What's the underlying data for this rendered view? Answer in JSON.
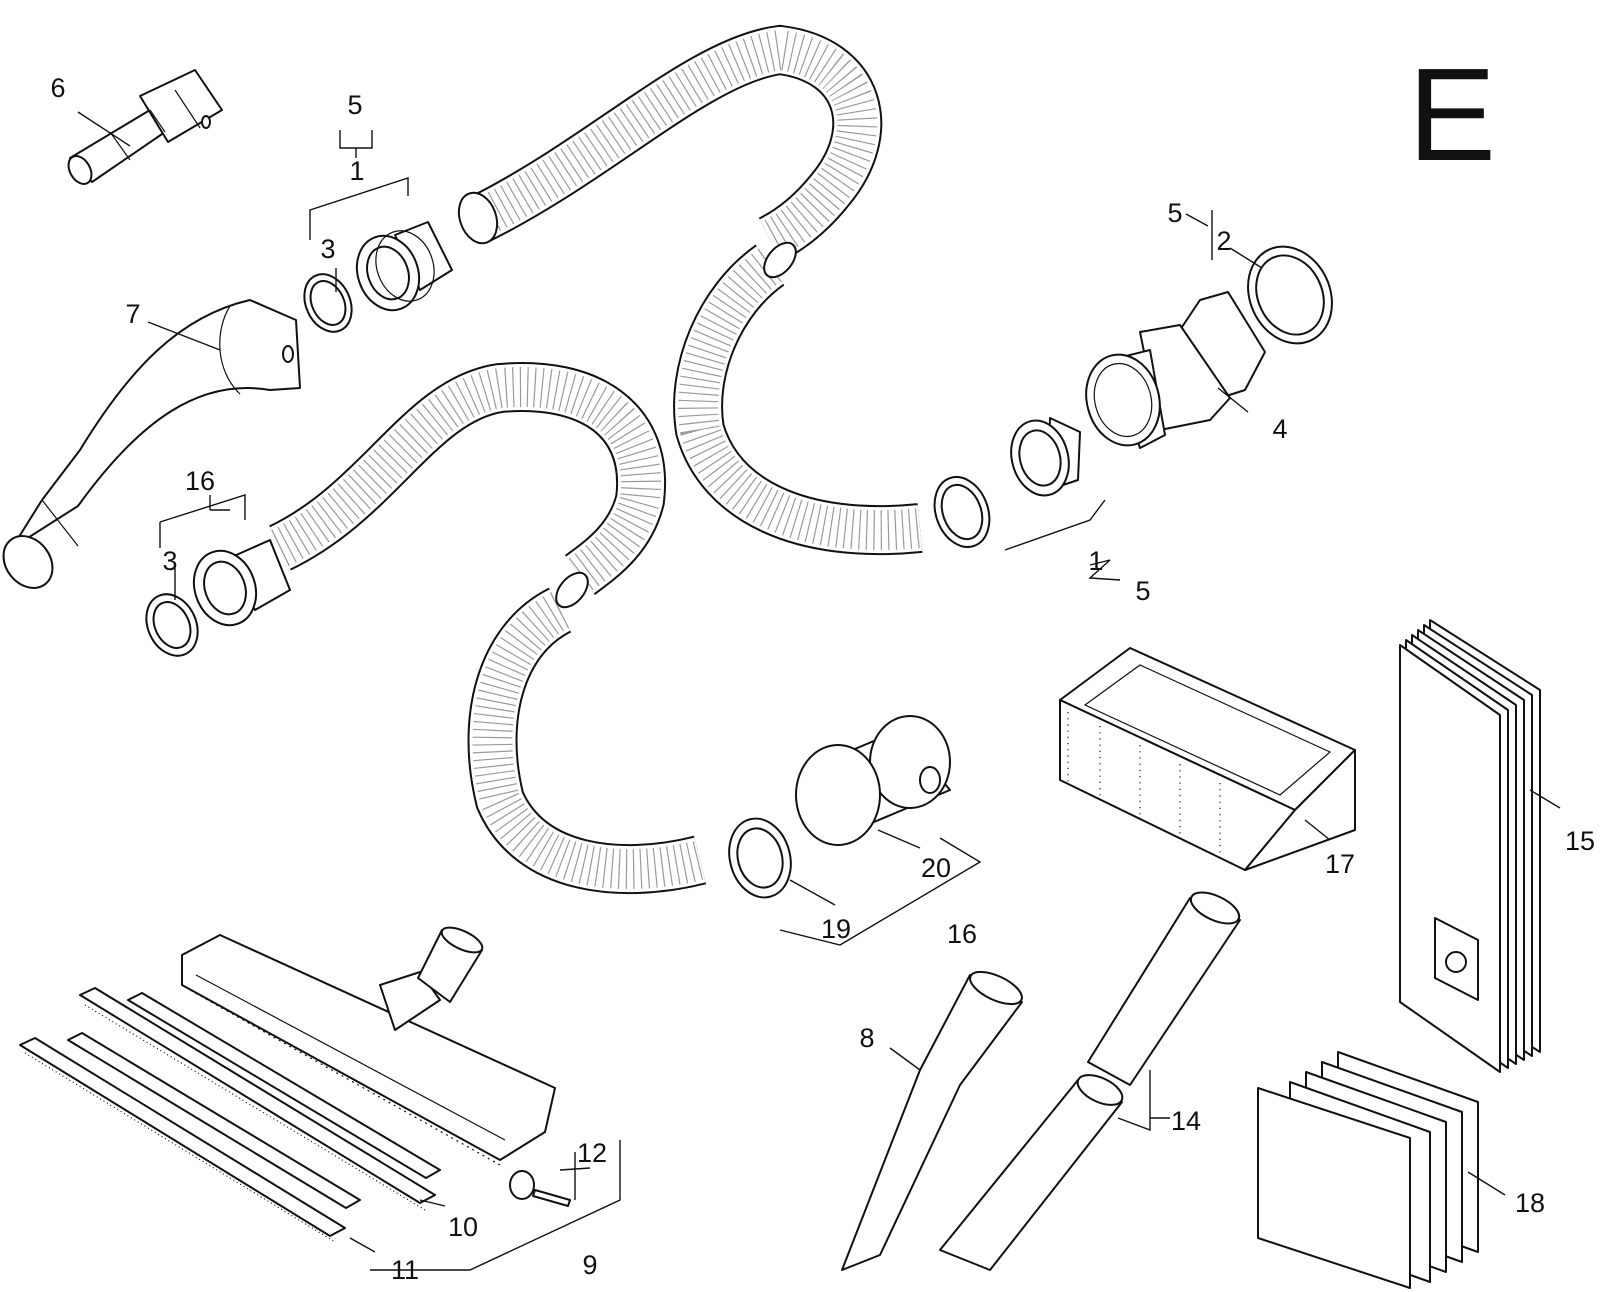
{
  "diagram": {
    "section_letter": "E",
    "line_color": "#111111",
    "background_color": "#ffffff",
    "callouts": {
      "p6": "6",
      "p5_top": "5",
      "p1_top": "1",
      "p3_top": "3",
      "p7": "7",
      "p16_left": "16",
      "p3_left": "3",
      "p5_right": "5",
      "p2": "2",
      "p4": "4",
      "p1_mid": "1",
      "p5_mid": "5",
      "p15": "15",
      "p17": "17",
      "p20": "20",
      "p19": "19",
      "p16_bottom": "16",
      "p8": "8",
      "p14": "14",
      "p12": "12",
      "p10": "10",
      "p11": "11",
      "p9": "9",
      "p18": "18"
    }
  }
}
